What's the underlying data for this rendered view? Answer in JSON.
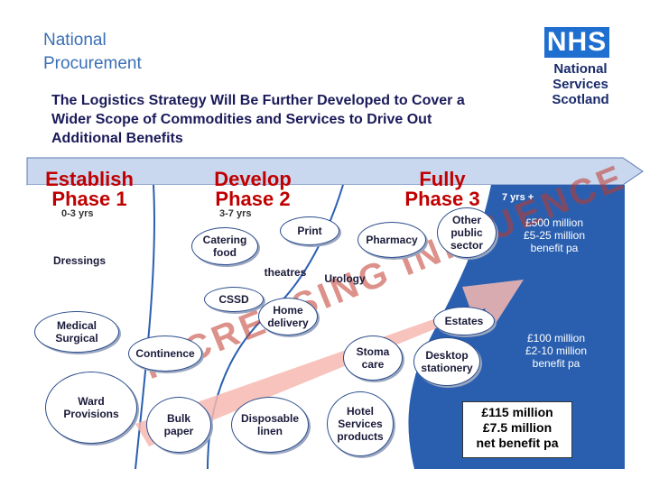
{
  "header": {
    "title_line1": "National",
    "title_line2": "Procurement",
    "subtitle_line1": "The Logistics Strategy Will Be Further Developed to Cover a",
    "subtitle_line2": "Wider Scope of Commodities and Services to Drive Out",
    "subtitle_line3": "Additional Benefits"
  },
  "logo": {
    "mark": "NHS",
    "line1": "National",
    "line2": "Services",
    "line3": "Scotland"
  },
  "phases": [
    {
      "name_line1": "Establish",
      "name_line2": "Phase 1",
      "duration": "0-3 yrs"
    },
    {
      "name_line1": "Develop",
      "name_line2": "Phase 2",
      "duration": "3-7 yrs"
    },
    {
      "name_line1": "Fully",
      "name_line2": "Phase 3",
      "duration": "7 yrs +"
    }
  ],
  "items": {
    "dressings": "Dressings",
    "medical_surgical_1": "Medical",
    "medical_surgical_2": "Surgical",
    "ward_provisions_1": "Ward",
    "ward_provisions_2": "Provisions",
    "catering_food_1": "Catering",
    "catering_food_2": "food",
    "print": "Print",
    "theatres": "theatres",
    "cssd": "CSSD",
    "home_delivery_1": "Home",
    "home_delivery_2": "delivery",
    "continence": "Continence",
    "bulk_paper_1": "Bulk",
    "bulk_paper_2": "paper",
    "disposable_linen_1": "Disposable",
    "disposable_linen_2": "linen",
    "pharmacy": "Pharmacy",
    "urology": "Urology",
    "other_public_sector_1": "Other",
    "other_public_sector_2": "public",
    "other_public_sector_3": "sector",
    "estates": "Estates",
    "stoma_care_1": "Stoma",
    "stoma_care_2": "care",
    "desktop_stationery_1": "Desktop",
    "desktop_stationery_2": "stationery",
    "hotel_services_1": "Hotel",
    "hotel_services_2": "Services",
    "hotel_services_3": "products"
  },
  "arrow_text": "INCREASING INFLUENCE",
  "benefits": {
    "phase3_1": "£500 million",
    "phase3_2": "£5-25 million",
    "phase3_3": "benefit pa",
    "phase2_1": "£100 million",
    "phase2_2": "£2-10 million",
    "phase2_3": "benefit pa",
    "total_1": "£115 million",
    "total_2": "£7.5 million",
    "total_3": "net benefit pa"
  },
  "colors": {
    "title_blue": "#3a6fb5",
    "nhs_blue": "#1f6fd0",
    "phase_red": "#c00000",
    "panel_blue": "#2a5fb0",
    "arrow_pink": "#f7b8b0"
  }
}
